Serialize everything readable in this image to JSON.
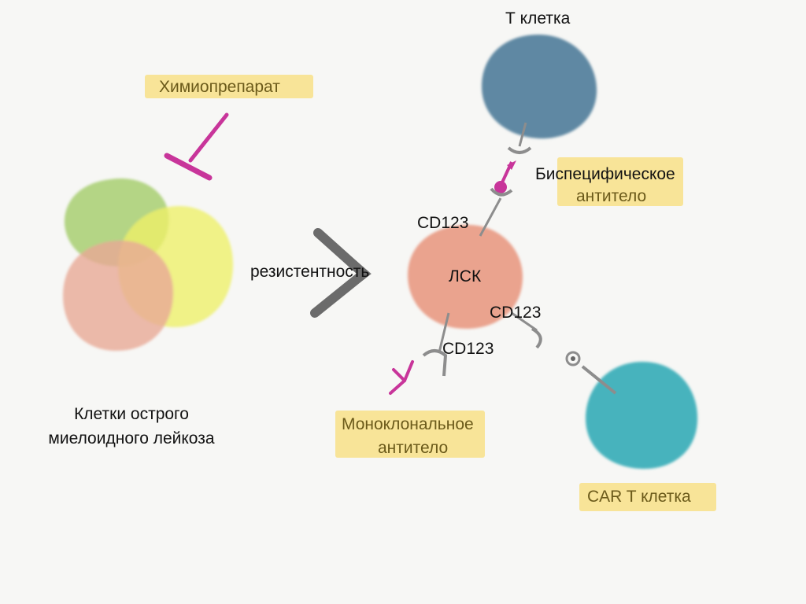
{
  "labels": {
    "chemo": "Химиопрепарат",
    "aml_cells_line1": "Клетки острого",
    "aml_cells_line2": "миелоидного лейкоза",
    "resistance": "резистентность",
    "lsc": "ЛСК",
    "t_cell": "Т клетка",
    "bispecific_line1": "Биспецифическое",
    "bispecific_line2": "антитело",
    "cd123_top": "CD123",
    "cd123_right": "CD123",
    "cd123_bottom": "CD123",
    "monoclonal_line1": "Моноклональное",
    "monoclonal_line2": "антитело",
    "car_t": "CAR T клетка"
  },
  "colors": {
    "background": "#f7f7f5",
    "green_cell": "#a8cf72",
    "yellow_cell": "#eef06a",
    "salmon_cell": "#e9a996",
    "lsc_cell": "#eaa38e",
    "t_cell": "#5f88a3",
    "car_t_cell": "#47b3bd",
    "magenta": "#c8359a",
    "gray_stroke": "#8d8d8d",
    "arrow": "#6b6b6b",
    "highlight": "#f8de78"
  }
}
